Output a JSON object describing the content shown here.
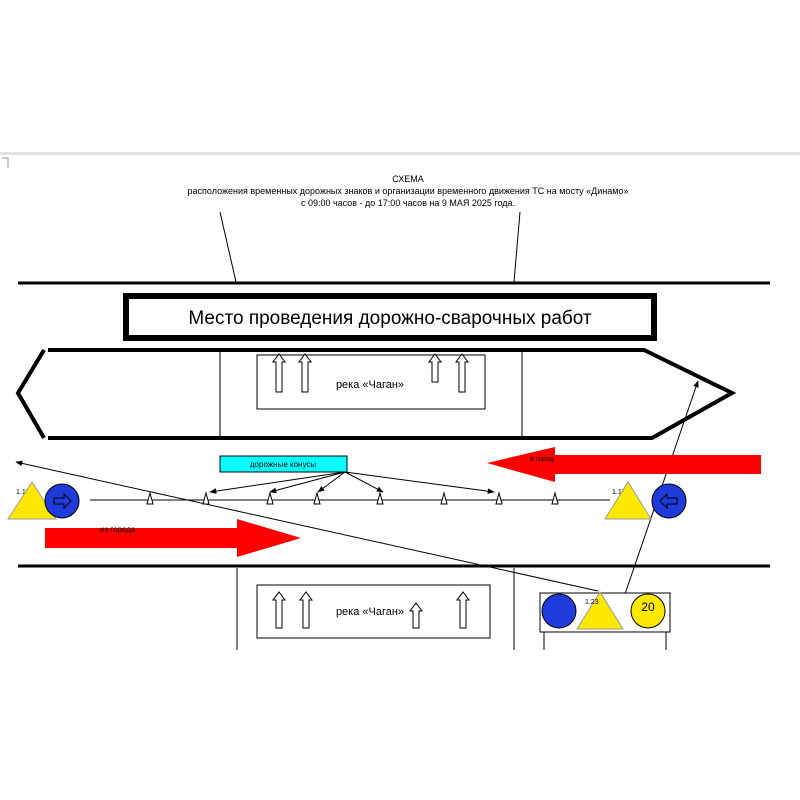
{
  "header": {
    "title": "СХЕМА",
    "line1": "расположения временных дорожных знаков и организации временного движения ТС на мосту «Динамо»",
    "line2": "с 09:00 часов  -  до 17:00 часов на 9 МАЯ 2025 года."
  },
  "work_zone": {
    "label": "Место проведения дорожно-сварочных работ"
  },
  "river": {
    "top_label": "река «Чаган»",
    "bottom_label": "река «Чаган»"
  },
  "cones": {
    "label": "дорожные конусы"
  },
  "traffic": {
    "to_city": "в город",
    "from_city": "из города"
  },
  "signs": {
    "left_triangle_code": "1.19",
    "right_triangle_code": "1.19",
    "bottom_triangle_code": "1.23",
    "speed_limit": "20"
  },
  "colors": {
    "arrow": "#ff0000",
    "sign_blue": "#1f3bdc",
    "sign_yellow": "#ffe800",
    "cone_label_bg": "#00ffff"
  }
}
